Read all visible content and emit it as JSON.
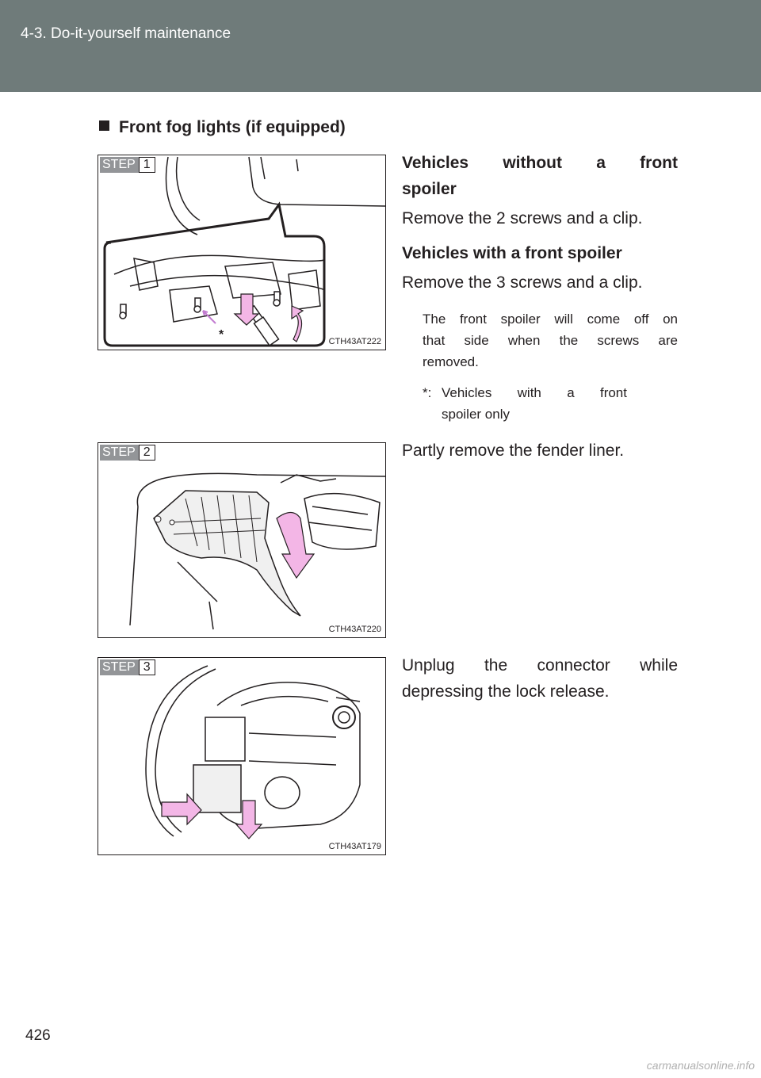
{
  "header": {
    "section": "4-3. Do-it-yourself maintenance"
  },
  "heading": "Front fog lights (if equipped)",
  "steps": [
    {
      "step_label": "STEP",
      "step_number": "1",
      "figure_code": "CTH43AT222",
      "asterisk": "*"
    },
    {
      "step_label": "STEP",
      "step_number": "2",
      "figure_code": "CTH43AT220"
    },
    {
      "step_label": "STEP",
      "step_number": "3",
      "figure_code": "CTH43AT179"
    }
  ],
  "step1_text": {
    "without_spoiler_line1": "Vehicles without a front",
    "without_spoiler_line2": "spoiler",
    "without_spoiler_instruction": "Remove the 2 screws and a clip.",
    "with_spoiler_heading": "Vehicles with a front spoiler",
    "with_spoiler_instruction": "Remove the 3 screws and a clip.",
    "note_line1": "The front spoiler will come off on",
    "note_line2": "that side when the screws are",
    "note_line3": "removed.",
    "footnote_mark": "*:",
    "footnote_line1": "Vehicles with a front",
    "footnote_line2": "spoiler only"
  },
  "step2_text": {
    "instruction": "Partly remove the fender liner."
  },
  "step3_text": {
    "line1": "Unplug the connector while",
    "line2": "depressing the lock release."
  },
  "page_number": "426",
  "footer": "carmanualsonline.info",
  "colors": {
    "header": "#6f7b7a",
    "arrow_fill": "#f3b6e6",
    "step_label_bg": "#939598"
  }
}
